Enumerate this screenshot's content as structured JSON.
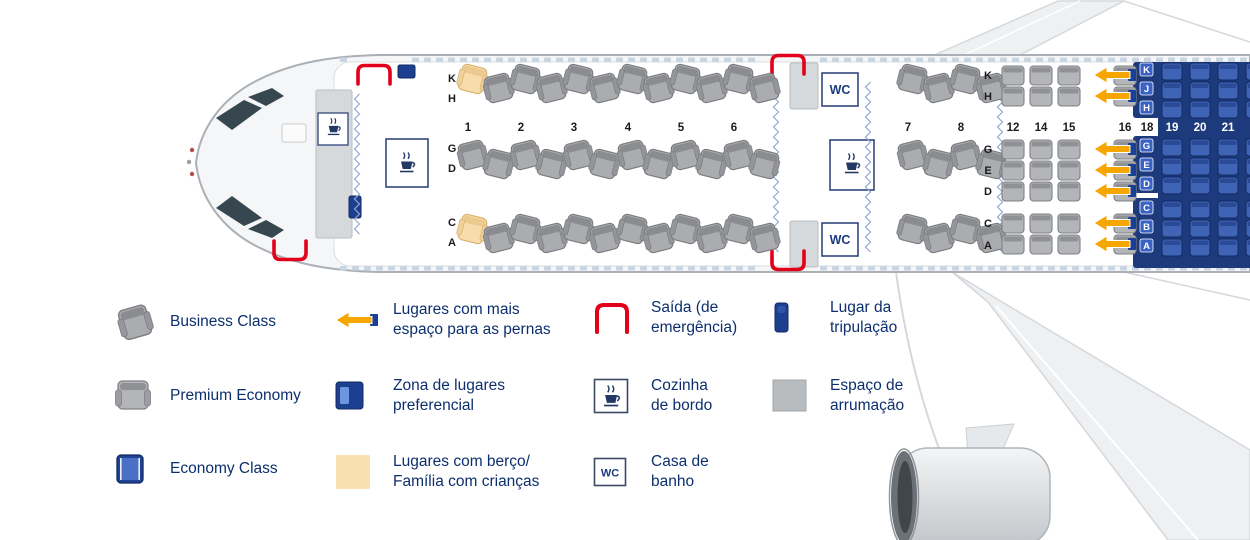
{
  "seatmap": {
    "row_numbers": [
      "1",
      "2",
      "3",
      "4",
      "5",
      "6",
      "7",
      "8",
      "12",
      "14",
      "15",
      "16",
      "18",
      "19",
      "20",
      "21"
    ],
    "letters_business": [
      "K",
      "H",
      "G",
      "D",
      "C",
      "A"
    ],
    "letters_premium": [
      "K",
      "H",
      "G",
      "E",
      "D",
      "C",
      "A"
    ],
    "letters_economy": [
      "K",
      "J",
      "H",
      "G",
      "E",
      "D",
      "C",
      "B",
      "A"
    ],
    "wc_label": "WC"
  },
  "legend": {
    "items": [
      {
        "id": "business",
        "label": "Business Class"
      },
      {
        "id": "premium",
        "label": "Premium Economy"
      },
      {
        "id": "economy",
        "label": "Economy Class"
      },
      {
        "id": "legroom",
        "label": "Lugares com mais\nespaço para as pernas"
      },
      {
        "id": "preferential",
        "label": "Zona de lugares\npreferencial"
      },
      {
        "id": "bassinet",
        "label": "Lugares com berço/\nFamília com crianças"
      },
      {
        "id": "exit",
        "label": "Saída (de\nemergência)"
      },
      {
        "id": "galley",
        "label": "Cozinha\nde bordo"
      },
      {
        "id": "wc",
        "label": "Casa de\nbanho",
        "icon_text": "WC"
      },
      {
        "id": "crew",
        "label": "Lugar da\ntripulação"
      },
      {
        "id": "storage",
        "label": "Espaço de\narrumação"
      }
    ]
  },
  "colors": {
    "navy_panel": "#1d3a7c",
    "seat_gray": "#aaacaf",
    "economy_seat_blue": "#3f63b5",
    "legroom_orange": "#f7a600",
    "exit_red": "#e2001a",
    "bassinet_cream": "#f8dcab"
  }
}
